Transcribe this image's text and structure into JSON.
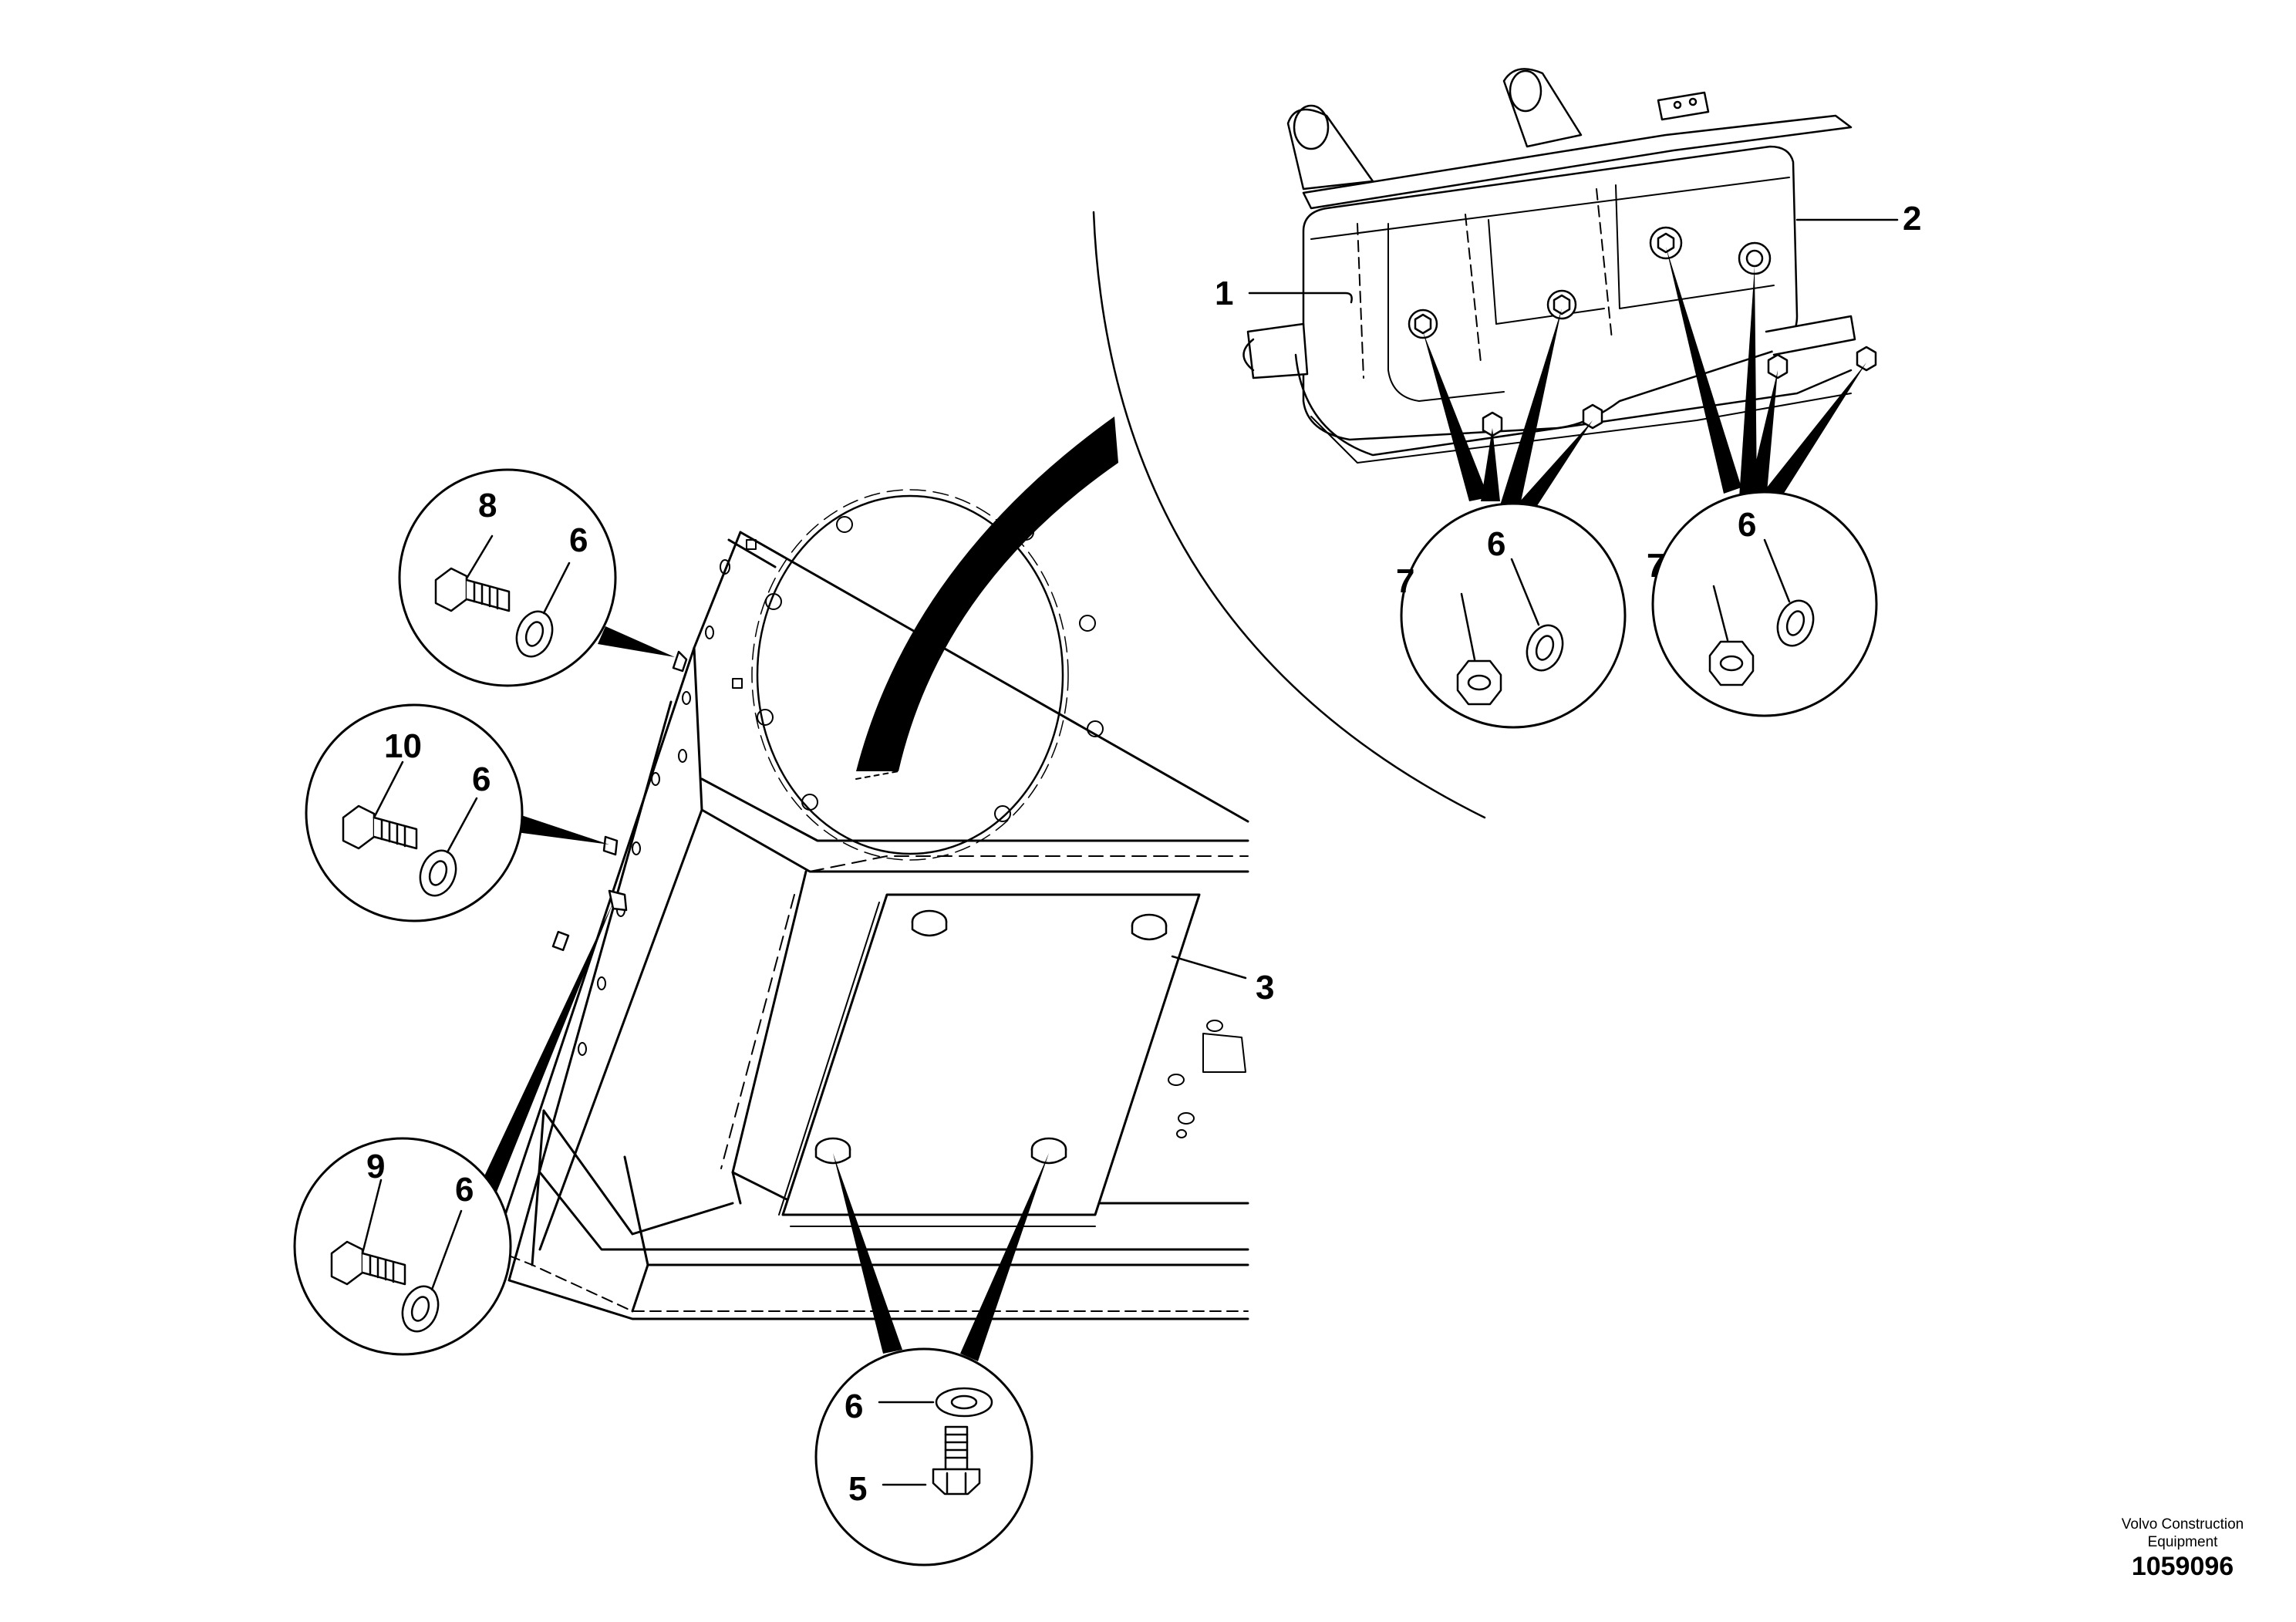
{
  "callouts": {
    "c1": "1",
    "c2": "2",
    "c3": "3",
    "c5": "5",
    "c6a": "6",
    "c6b": "6",
    "c6c": "6",
    "c6d": "6",
    "c6e": "6",
    "c6f": "6",
    "c7a": "7",
    "c7b": "7",
    "c8": "8",
    "c9": "9",
    "c10": "10"
  },
  "credit": {
    "line1": "Volvo Construction",
    "line2": "Equipment",
    "number": "1059096"
  }
}
